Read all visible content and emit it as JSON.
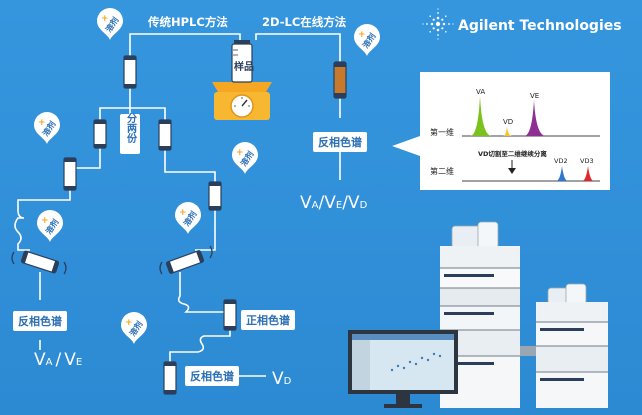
{
  "brand": {
    "name": "Agilent Technologies"
  },
  "top": {
    "traditional_label": "传统HPLC方法",
    "online_label": "2D-LC在线方法"
  },
  "sample_label": "样品",
  "split_label": "分两份",
  "pin_label": "溶剂",
  "stations": {
    "top_right_reverse": "反相色谱",
    "left_reverse": "反相色谱",
    "middle_normal": "正相色谱",
    "bottom_reverse": "反相色谱"
  },
  "results": {
    "online": [
      "V",
      "A",
      "/",
      "V",
      "E",
      "/",
      "V",
      "D"
    ],
    "left": [
      "V",
      "A",
      "/",
      "V",
      "E"
    ],
    "bottom": [
      "V",
      "D"
    ]
  },
  "popup": {
    "dim1_label": "第一维",
    "dim2_label": "第二维",
    "transfer_note": "VD切割至二维继续分离",
    "peaks_dim1": [
      "VA",
      "VD",
      "VE"
    ],
    "peaks_dim2": [
      "VD2",
      "VD3"
    ]
  },
  "colors": {
    "background": "#2f8fd8",
    "peak_green": "#7cc21f",
    "peak_yellow": "#f4c430",
    "peak_purple": "#8e2f93",
    "peak_blue": "#2d77d1",
    "peak_red": "#e0262e",
    "scale_orange": "#f5a623"
  }
}
